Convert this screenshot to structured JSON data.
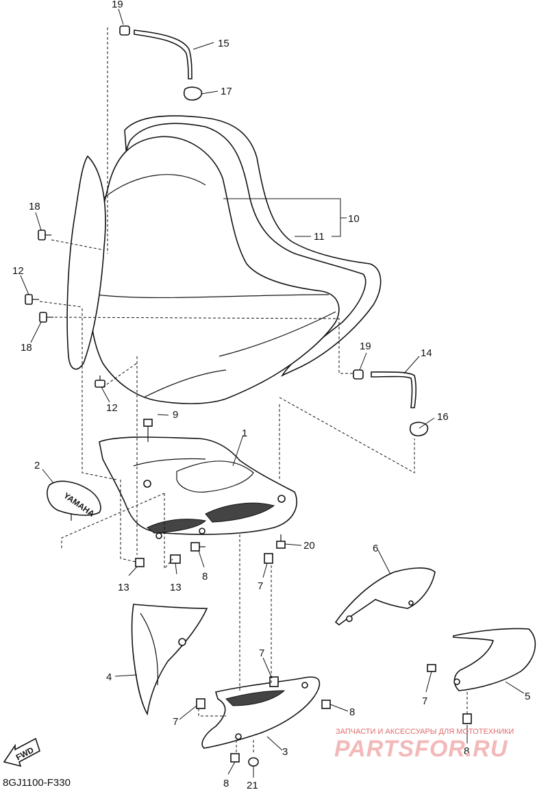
{
  "diagram_code": "8GJ1100-F330",
  "fwd_label": "FWD",
  "watermark": {
    "caption": "ЗАПЧАСТИ И АКСЕССУАРЫ ДЛЯ МОТОТЕХНИКИ",
    "brand": "PARTSFOR.RU"
  },
  "emblem_text": "YAMAHA",
  "callouts": [
    {
      "id": "c19a",
      "label": "19"
    },
    {
      "id": "c15",
      "label": "15"
    },
    {
      "id": "c17",
      "label": "17"
    },
    {
      "id": "c10",
      "label": "10"
    },
    {
      "id": "c11",
      "label": "11"
    },
    {
      "id": "c18a",
      "label": "18"
    },
    {
      "id": "c12a",
      "label": "12"
    },
    {
      "id": "c18b",
      "label": "18"
    },
    {
      "id": "c19b",
      "label": "19"
    },
    {
      "id": "c14",
      "label": "14"
    },
    {
      "id": "c12b",
      "label": "12"
    },
    {
      "id": "c9",
      "label": "9"
    },
    {
      "id": "c16",
      "label": "16"
    },
    {
      "id": "c1",
      "label": "1"
    },
    {
      "id": "c2",
      "label": "2"
    },
    {
      "id": "c20",
      "label": "20"
    },
    {
      "id": "c6",
      "label": "6"
    },
    {
      "id": "c13a",
      "label": "13"
    },
    {
      "id": "c13b",
      "label": "13"
    },
    {
      "id": "c8a",
      "label": "8"
    },
    {
      "id": "c7a",
      "label": "7"
    },
    {
      "id": "c4",
      "label": "4"
    },
    {
      "id": "c7b",
      "label": "7"
    },
    {
      "id": "c8b",
      "label": "8"
    },
    {
      "id": "c5",
      "label": "5"
    },
    {
      "id": "c7c",
      "label": "7"
    },
    {
      "id": "c7d",
      "label": "7"
    },
    {
      "id": "c3",
      "label": "3"
    },
    {
      "id": "c8c",
      "label": "8"
    },
    {
      "id": "c8d",
      "label": "8"
    },
    {
      "id": "c21",
      "label": "21"
    }
  ]
}
